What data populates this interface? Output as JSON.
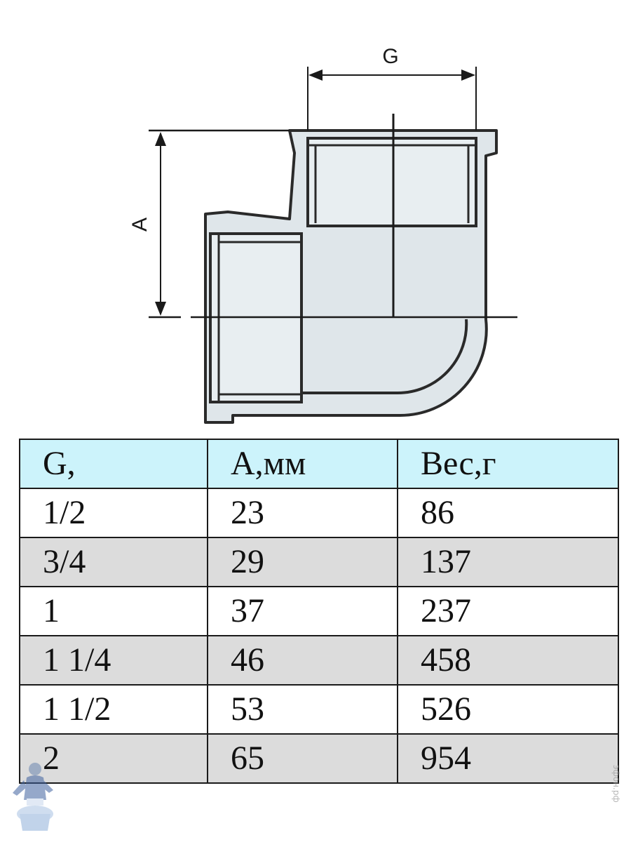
{
  "drawing": {
    "dimension_g": "G",
    "dimension_a": "A"
  },
  "table": {
    "headers": [
      "G,",
      "А,мм",
      "Вес,г"
    ],
    "rows": [
      [
        "1/2",
        "23",
        "86"
      ],
      [
        "3/4",
        "29",
        "137"
      ],
      [
        "1",
        "37",
        "237"
      ],
      [
        "1 1/4",
        "46",
        "458"
      ],
      [
        "1 1/2",
        "53",
        "526"
      ],
      [
        "2",
        "65",
        "954"
      ]
    ]
  },
  "watermark": "эфон.рф",
  "colors": {
    "header_bg": "#ccf3fb",
    "row_shaded_bg": "#dcdcdc",
    "fitting_fill": "#dfe6ea",
    "line": "#1a1a1a"
  }
}
